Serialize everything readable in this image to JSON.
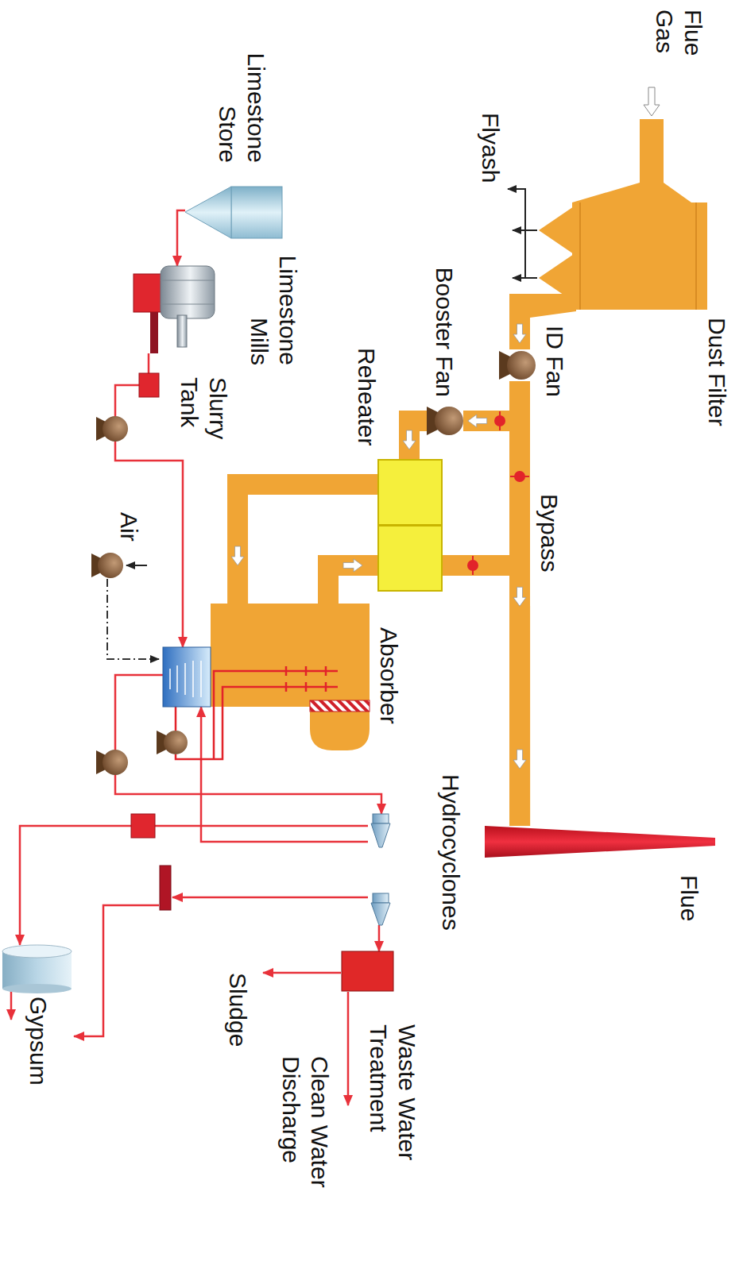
{
  "diagram": {
    "nodes": [
      {
        "text": [
          "Dust Filter"
        ]
      },
      {
        "text": [
          "ID Fan"
        ]
      },
      {
        "text": [
          "Booster Fan"
        ]
      },
      {
        "text": [
          "Reheater"
        ]
      },
      {
        "text": [
          "Absorber"
        ]
      },
      {
        "text": [
          "Flue"
        ]
      },
      {
        "text": [
          "Limestone Store"
        ]
      },
      {
        "text": [
          "Limestone Mills"
        ]
      },
      {
        "text": [
          "Slurry Tank"
        ]
      },
      {
        "text": [
          "Hydrocyclones"
        ]
      },
      {
        "text": [
          "Waste Water Treatment"
        ]
      },
      {
        "text": [
          "Gypsum"
        ]
      }
    ],
    "edges": [
      {
        "from": 0,
        "to": 1,
        "arrow": "to"
      },
      {
        "from": 1,
        "to": 5,
        "label": "Bypass",
        "arrow": "to"
      },
      {
        "from": 1,
        "to": 2,
        "arrow": "to"
      },
      {
        "from": 2,
        "to": 3,
        "arrow": "to"
      },
      {
        "from": 3,
        "to": 4,
        "arrow": "to"
      },
      {
        "from": 4,
        "to": 3,
        "arrow": "to"
      },
      {
        "from": 3,
        "to": 5,
        "arrow": "to"
      },
      {
        "from": 6,
        "to": 7,
        "arrow": "to"
      },
      {
        "from": 7,
        "to": 8,
        "arrow": "none"
      },
      {
        "from": 8,
        "to": 4,
        "arrow": "to"
      },
      {
        "from": 4,
        "to": 9,
        "arrow": "to"
      },
      {
        "from": 9,
        "to": 4,
        "arrow": "to"
      },
      {
        "from": 9,
        "to": 11,
        "arrow": "to"
      },
      {
        "from": 9,
        "to": 10,
        "arrow": "to"
      }
    ],
    "labels": [
      "Flue Gas",
      "Flyash",
      "Air",
      "Sludge",
      "Clean Water Discharge"
    ]
  }
}
